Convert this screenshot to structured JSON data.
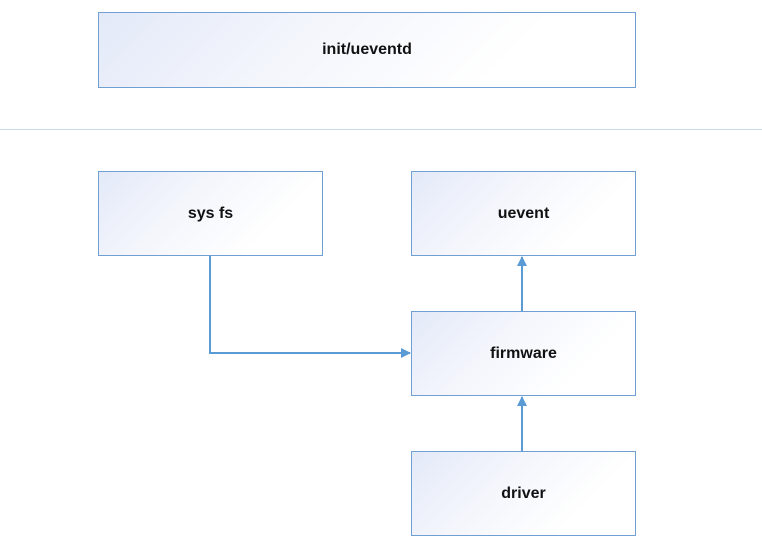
{
  "diagram": {
    "nodes": {
      "init_uevent": {
        "label": "init/ueventd"
      },
      "sysfs": {
        "label": "sys fs"
      },
      "uevent": {
        "label": "uevent"
      },
      "firmware": {
        "label": "firmware"
      },
      "driver": {
        "label": "driver"
      }
    },
    "edges": [
      {
        "from": "sysfs",
        "to": "firmware"
      },
      {
        "from": "firmware",
        "to": "uevent"
      },
      {
        "from": "driver",
        "to": "firmware"
      }
    ],
    "colors": {
      "node_border": "#6f9fd3",
      "arrow": "#5b9bd5",
      "divider": "#c5dbe8"
    }
  }
}
